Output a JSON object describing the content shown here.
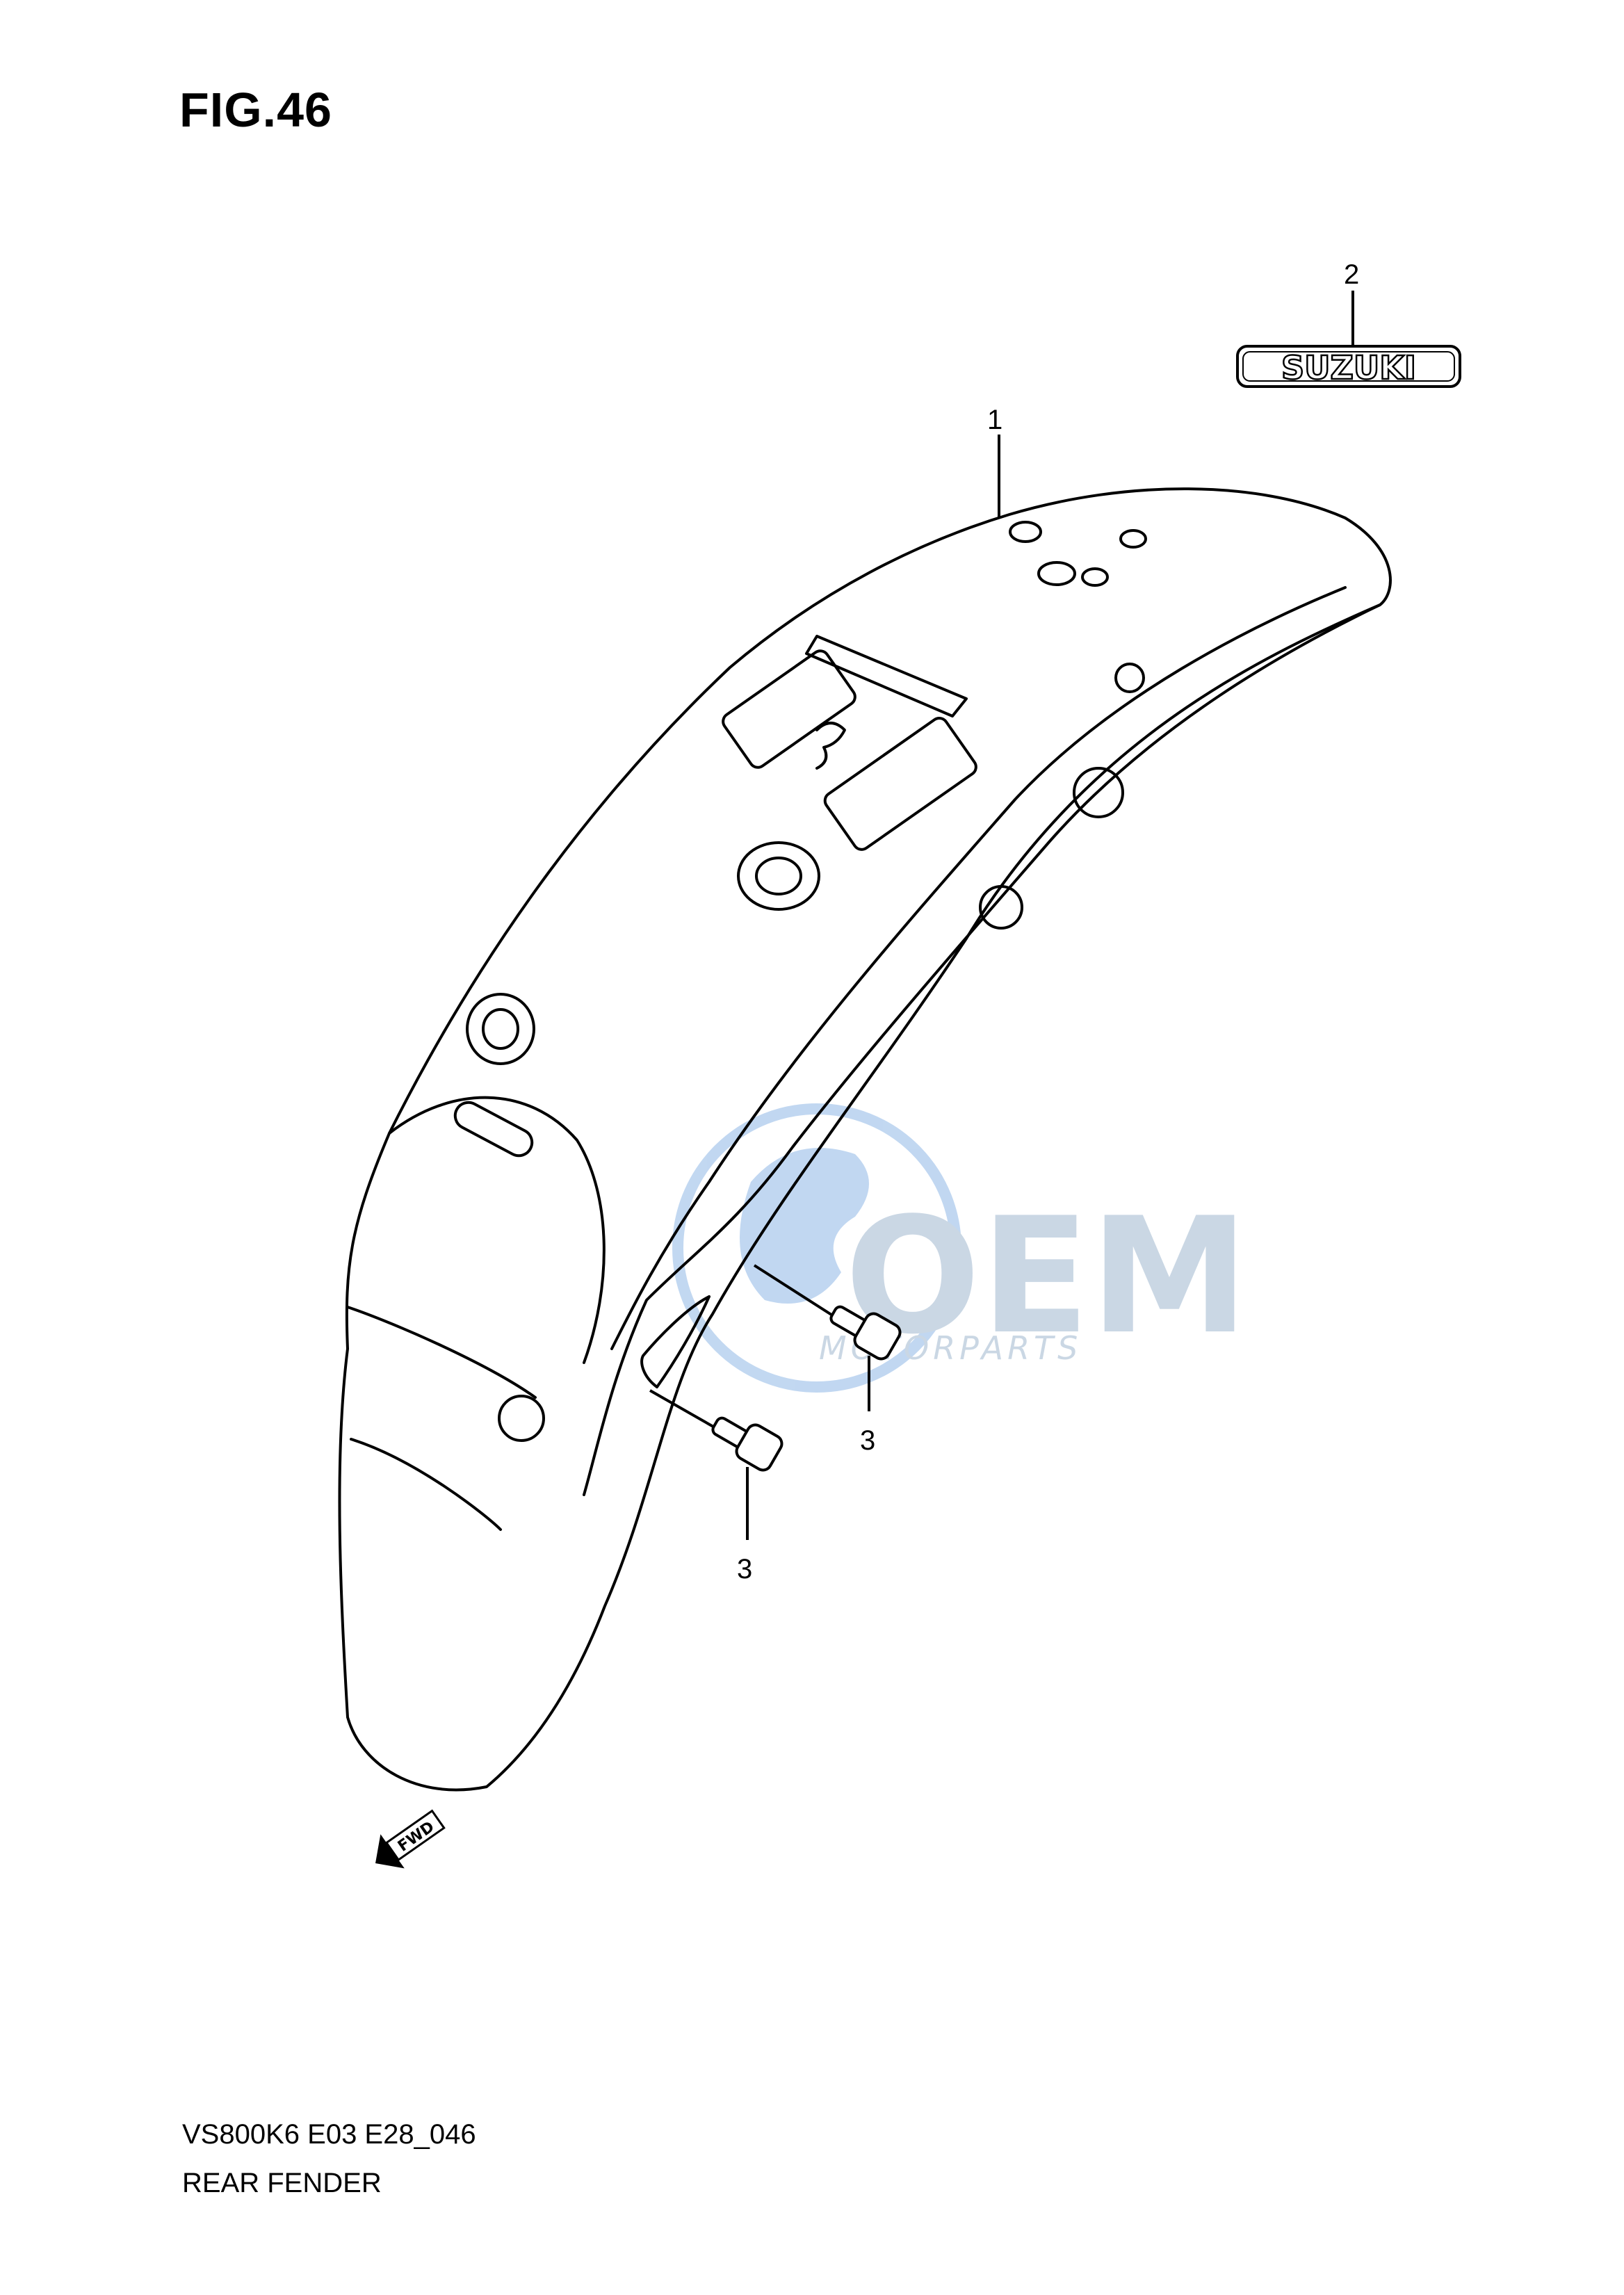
{
  "figure": {
    "title": "FIG.46",
    "model_code": "VS800K6 E03 E28_046",
    "section_name": "REAR FENDER"
  },
  "parts": [
    {
      "ref": "1",
      "part": "rear fender"
    },
    {
      "ref": "2",
      "part": "emblem",
      "emblem_text": "SUZUKI"
    },
    {
      "ref": "3",
      "part": "bolt"
    },
    {
      "ref": "3",
      "part": "bolt"
    }
  ],
  "direction_marker": {
    "text": "FWD"
  },
  "watermark": {
    "logo_text": "OEM",
    "sub_text": "MOTORPARTS",
    "color": "#8fb8e6"
  },
  "colors": {
    "line": "#000000",
    "background": "#ffffff"
  }
}
